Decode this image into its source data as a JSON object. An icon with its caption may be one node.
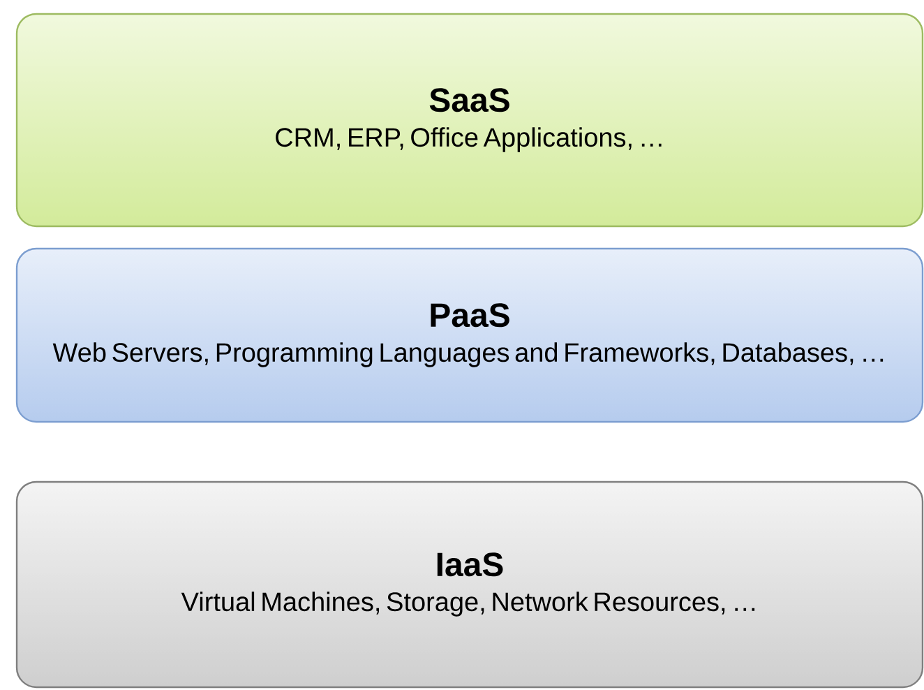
{
  "diagram": {
    "nodes": [
      {
        "text": [
          "SaaS",
          "CRM, ERP, Office Applications, …"
        ]
      },
      {
        "text": [
          "PaaS",
          "Web Servers, Programming Languages and Frameworks, Databases, …"
        ]
      },
      {
        "text": [
          "IaaS",
          "Virtual Machines, Storage, Network Resources, …"
        ]
      }
    ]
  }
}
